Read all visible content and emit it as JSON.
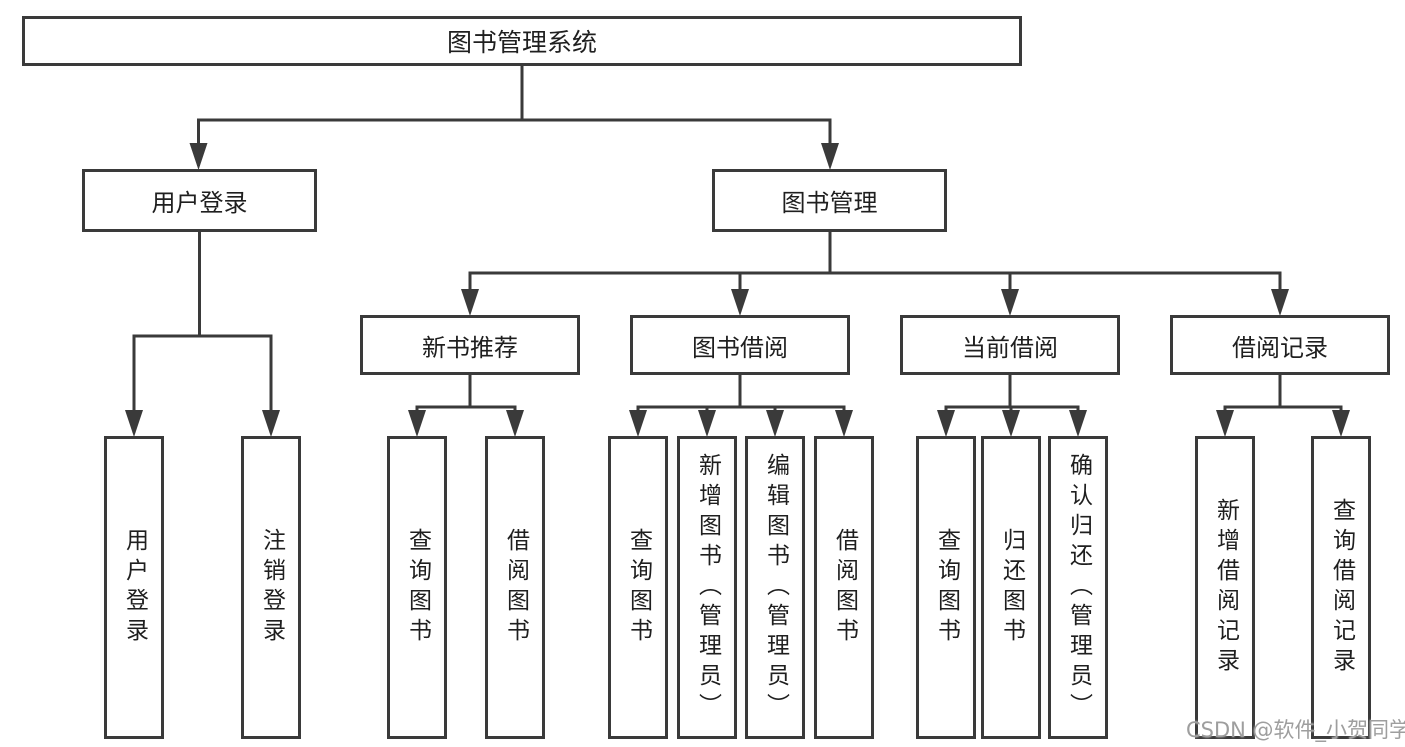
{
  "diagram": {
    "title": "图书管理系统",
    "root": {
      "label": "图书管理系统"
    },
    "level2": [
      {
        "label": "用户登录"
      },
      {
        "label": "图书管理"
      }
    ],
    "level3": [
      {
        "label": "新书推荐"
      },
      {
        "label": "图书借阅"
      },
      {
        "label": "当前借阅"
      },
      {
        "label": "借阅记录"
      }
    ],
    "leaves": [
      {
        "label": "用户登录",
        "parent": "用户登录"
      },
      {
        "label": "注销登录",
        "parent": "用户登录"
      },
      {
        "label": "查询图书",
        "parent": "新书推荐"
      },
      {
        "label": "借阅图书",
        "parent": "新书推荐"
      },
      {
        "label": "查询图书",
        "parent": "图书借阅"
      },
      {
        "label": "新增图书（管理员）",
        "parent": "图书借阅"
      },
      {
        "label": "编辑图书（管理员）",
        "parent": "图书借阅"
      },
      {
        "label": "借阅图书",
        "parent": "图书借阅"
      },
      {
        "label": "查询图书",
        "parent": "当前借阅"
      },
      {
        "label": "归还图书",
        "parent": "当前借阅"
      },
      {
        "label": "确认归还（管理员）",
        "parent": "当前借阅"
      },
      {
        "label": "新增借阅记录",
        "parent": "借阅记录"
      },
      {
        "label": "查询借阅记录",
        "parent": "借阅记录"
      }
    ]
  },
  "watermark": {
    "text": "CSDN @软件_小贺同学"
  },
  "colors": {
    "line": "#3a3a3a",
    "text": "#1f1f1f",
    "box_background": "#ffffff",
    "watermark": "#9e9e9e",
    "background": "#ffffff"
  }
}
